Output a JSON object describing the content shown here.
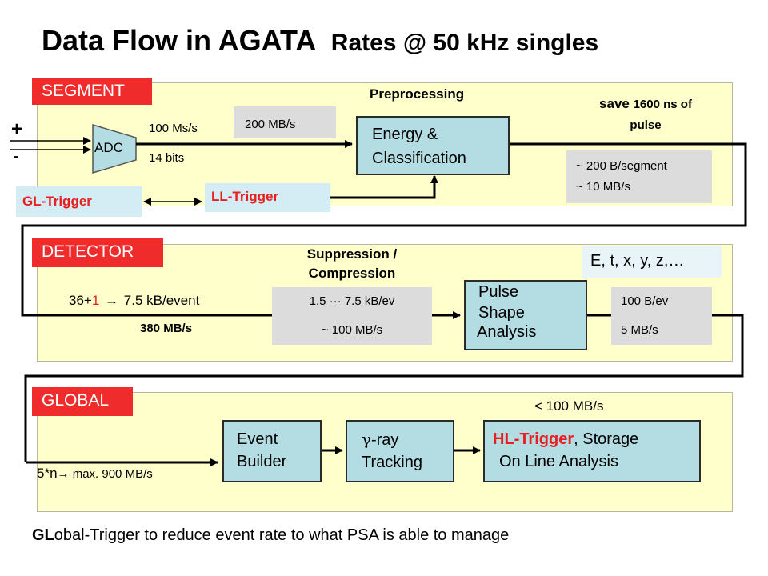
{
  "title": {
    "main": "Data Flow in AGATA",
    "sub": "Rates @ 50 kHz singles"
  },
  "segment": {
    "tag": "SEGMENT",
    "preprocessing": "Preprocessing",
    "save_line1_word": "save",
    "save_line1_rest": "1600 ns of",
    "save_line2": "pulse",
    "plus": "+",
    "minus": "-",
    "adc": "ADC",
    "sample_rate": "100 Ms/s",
    "bits": "14 bits",
    "rate_box": "200 MB/s",
    "energy_line1": "Energy &",
    "energy_line2": "Classification",
    "per_segment": "~ 200 B/segment",
    "mb_rate": "~ 10 MB/s",
    "gl_trigger": "GL-Trigger",
    "ll_trigger": "LL-Trigger"
  },
  "detector": {
    "tag": "DETECTOR",
    "suppression_line1": "Suppression /",
    "suppression_line2": "Compression",
    "params": "E, t, x, y, z,…",
    "event_prefix": "36+",
    "event_red": "1",
    "event_arrow": "→",
    "event_suffix": "7.5 kB/event",
    "rate": "380 MB/s",
    "compress_top": "1.5 ··· 7.5 kB/ev",
    "compress_bottom": "~ 100 MB/s",
    "psa_line1": "Pulse",
    "psa_line2": "Shape",
    "psa_line3": "Analysis",
    "out_top": "100 B/ev",
    "out_bottom": "5 MB/s"
  },
  "global": {
    "tag": "GLOBAL",
    "limit": "< 100 MB/s",
    "input_prefix": "5*n",
    "input_arrow": "→",
    "input_suffix": "max. 900 MB/s",
    "event_builder_line1": "Event",
    "event_builder_line2": "Builder",
    "gamma_symbol": "γ",
    "tracking_line1_rest": "-ray",
    "tracking_line2": "Tracking",
    "hl_trigger": "HL-Trigger",
    "storage": ", Storage",
    "online": "On Line Analysis"
  },
  "footer": {
    "bold": "GL",
    "rest": "obal-Trigger to reduce event rate to what PSA is able to manage"
  },
  "colors": {
    "panel": "#ffffcc",
    "tag": "#f02b2b",
    "box": "#b4dce3",
    "gray": "#dcdcdc",
    "red_text": "#e81f1f"
  }
}
